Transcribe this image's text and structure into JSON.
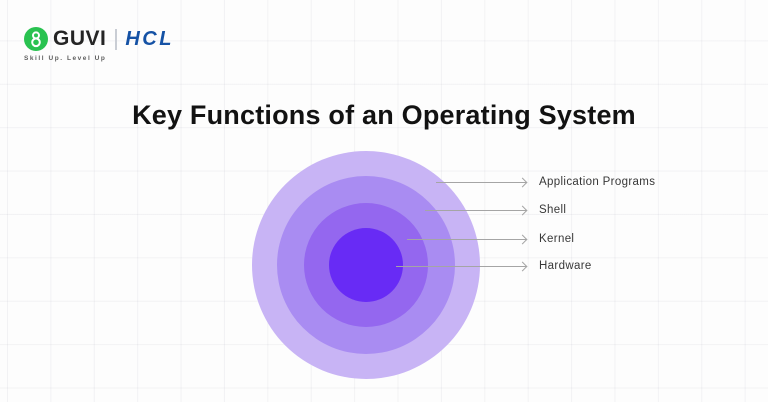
{
  "header": {
    "brand": {
      "guvi_text": "GUVI",
      "hcl_text": "HCL",
      "tagline": "Skill Up. Level Up",
      "guvi_green": "#29C250",
      "hcl_blue": "#1552A5"
    }
  },
  "title": "Key Functions of an Operating System",
  "diagram": {
    "type": "concentric-circles",
    "layers": [
      {
        "label": "Application Programs",
        "color": "#C8B4F5"
      },
      {
        "label": "Shell",
        "color": "#A98CF2"
      },
      {
        "label": "Kernel",
        "color": "#9467EF"
      },
      {
        "label": "Hardware",
        "color": "#682BF5"
      }
    ],
    "arrow_color": "#a5a5a5"
  }
}
